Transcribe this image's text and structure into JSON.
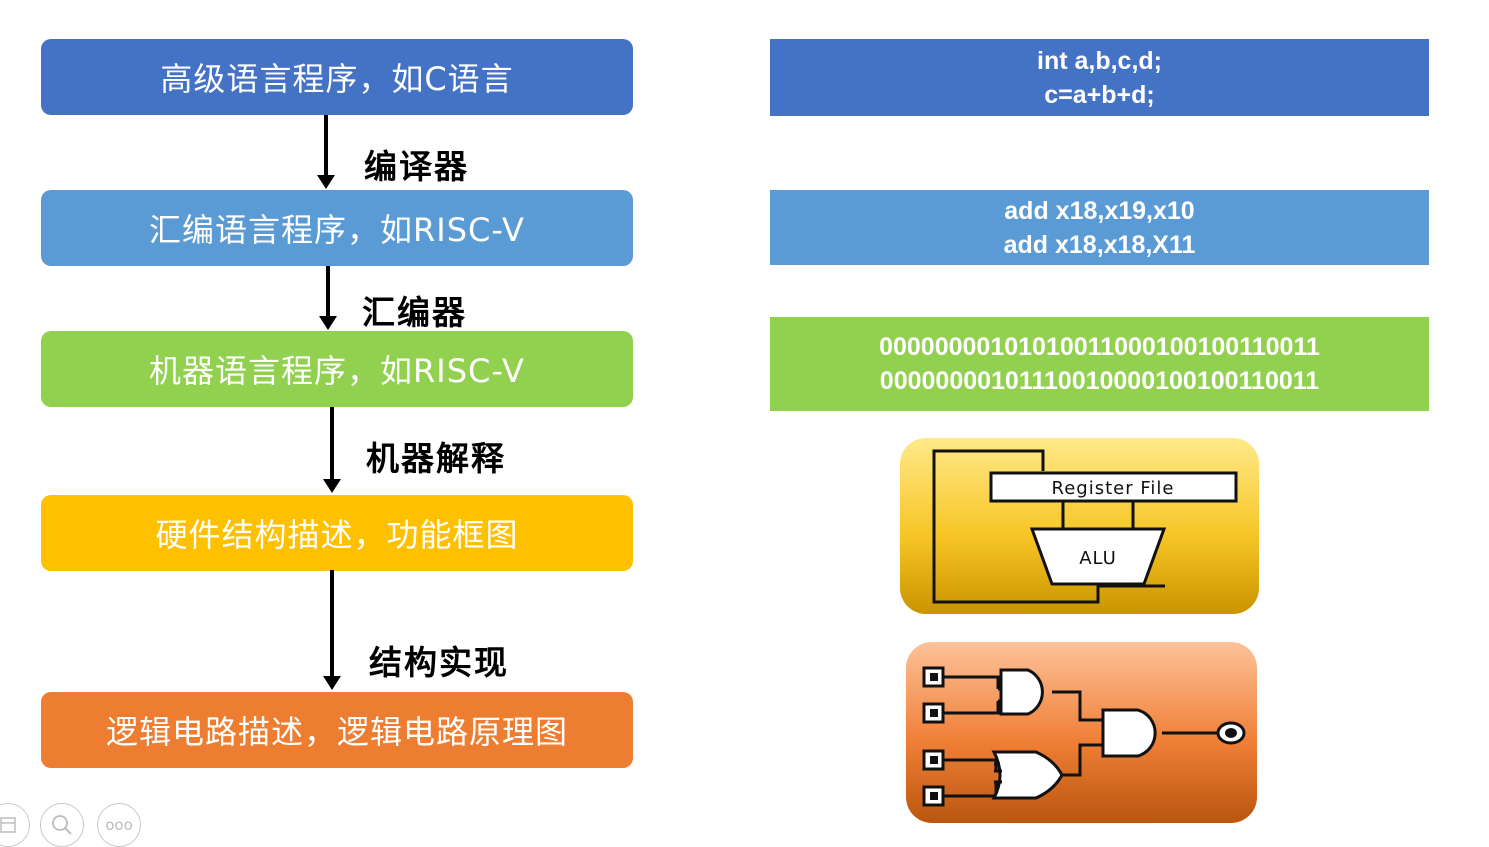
{
  "flow": {
    "boxes": [
      {
        "label": "高级语言程序，如C语言",
        "color": "#4472c4"
      },
      {
        "label": "汇编语言程序，如RISC-V",
        "color": "#5b9bd5"
      },
      {
        "label": "机器语言程序，如RISC-V",
        "color": "#92d050"
      },
      {
        "label": "硬件结构描述，功能框图",
        "color": "#ffc000"
      },
      {
        "label": "逻辑电路描述，逻辑电路原理图",
        "color": "#ed7d31"
      }
    ],
    "steps": [
      "编译器",
      "汇编器",
      "机器解释",
      "结构实现"
    ]
  },
  "examples": {
    "c_code": [
      "int a,b,c,d;",
      "c=a+b+d;"
    ],
    "asm_code": [
      "add x18,x19,x10",
      "add x18,x18,X11"
    ],
    "machine_code": [
      "00000000101010011000100100110011",
      "00000000101110010000100100110011"
    ],
    "block_diagram": {
      "register_file": "Register File",
      "alu": "ALU"
    },
    "logic_diagram": {
      "gates": [
        "and-gate",
        "or-gate",
        "and-gate"
      ]
    }
  },
  "toolbar": {
    "icons": [
      "slides-icon",
      "zoom-icon",
      "more-icon"
    ],
    "more_label": "ooo"
  }
}
